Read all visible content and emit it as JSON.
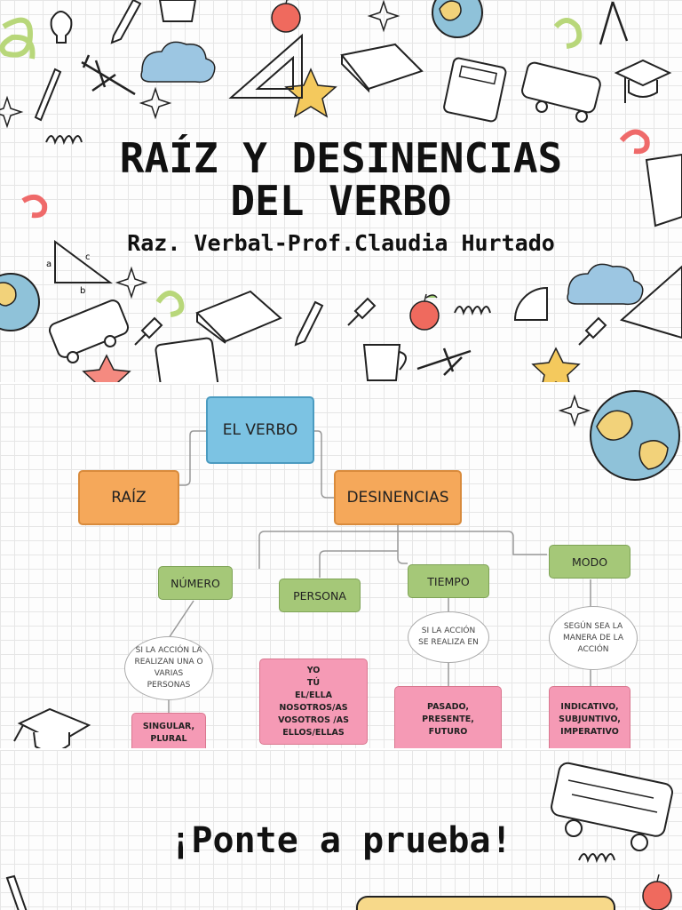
{
  "slide1": {
    "title_line1": "RAÍZ Y DESINENCIAS",
    "title_line2": "DEL VERBO",
    "subtitle": "Raz. Verbal-Prof.Claudia Hurtado",
    "triangle_labels": [
      "c",
      "a",
      "b"
    ]
  },
  "diagram": {
    "root": "EL VERBO",
    "raiz": "RAÍZ",
    "desinencias": "DESINENCIAS",
    "categories": [
      "NÚMERO",
      "PERSONA",
      "TIEMPO",
      "MODO"
    ],
    "numero_note": "SI LA ACCIÓN LA\nREALIZAN UNA O\nVARIAS\nPERSONAS",
    "numero_values": "SINGULAR,\nPLURAL",
    "persona_values": "YO\nTÚ\nEL/ELLA\nNOSOTROS/AS\nVOSOTROS /AS\nELLOS/ELLAS",
    "tiempo_note": "SI LA ACCIÓN\nSE REALIZA EN",
    "tiempo_values": "PASADO,\nPRESENTE,\nFUTURO",
    "modo_note": "SEGÚN SEA LA\nMANERA DE LA\nACCIÓN",
    "modo_values": "INDICATIVO,\nSUBJUNTIVO,\nIMPERATIVO"
  },
  "slide3": {
    "heading": "¡Ponte a prueba!"
  },
  "colors": {
    "blue": "#7cc3e3",
    "orange": "#f5a85a",
    "green": "#a5c878",
    "pink": "#f59ab5",
    "connector": "#999999"
  }
}
